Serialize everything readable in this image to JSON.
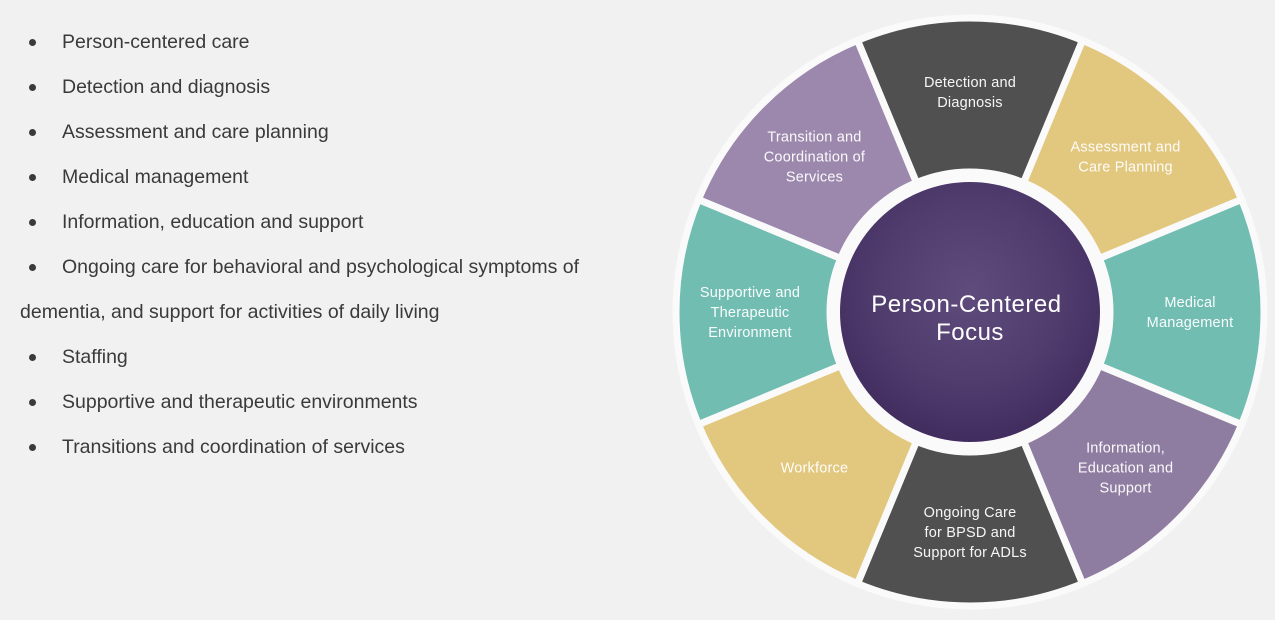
{
  "background": "#f1f1f1",
  "bullet_list": {
    "text_color": "#3a3a3a",
    "items": [
      "Person-centered care",
      "Detection and diagnosis",
      "Assessment and care planning",
      "Medical management",
      "Information, education and support",
      "Ongoing care for behavioral and psychological symptoms of dementia, and support for activities of daily living",
      "Staffing",
      "Supportive and therapeutic environments",
      "Transitions and coordination of services"
    ]
  },
  "wheel": {
    "divider_color": "#fafafa",
    "label_color": "#ffffff",
    "center": {
      "lines": [
        "Person-Centered",
        "Focus"
      ],
      "fill_center": "#5f4c7d",
      "fill_mid": "#503d6e",
      "fill_edge": "#3e285b",
      "text_color": "#ffffff"
    },
    "segments": [
      {
        "label_lines": [
          "Detection and",
          "Diagnosis"
        ],
        "color": "#505051"
      },
      {
        "label_lines": [
          "Assessment and",
          "Care Planning"
        ],
        "color": "#e2c77e"
      },
      {
        "label_lines": [
          "Medical",
          "Management"
        ],
        "color": "#72bdb2"
      },
      {
        "label_lines": [
          "Information,",
          "Education and",
          "Support"
        ],
        "color": "#8f7da1"
      },
      {
        "label_lines": [
          "Ongoing Care",
          "for BPSD and",
          "Support for ADLs"
        ],
        "color": "#505051"
      },
      {
        "label_lines": [
          "Workforce"
        ],
        "color": "#e2c77e"
      },
      {
        "label_lines": [
          "Supportive and",
          "Therapeutic",
          "Environment"
        ],
        "color": "#72bdb2"
      },
      {
        "label_lines": [
          "Transition and",
          "Coordination of",
          "Services"
        ],
        "color": "#9c88ad"
      }
    ]
  }
}
